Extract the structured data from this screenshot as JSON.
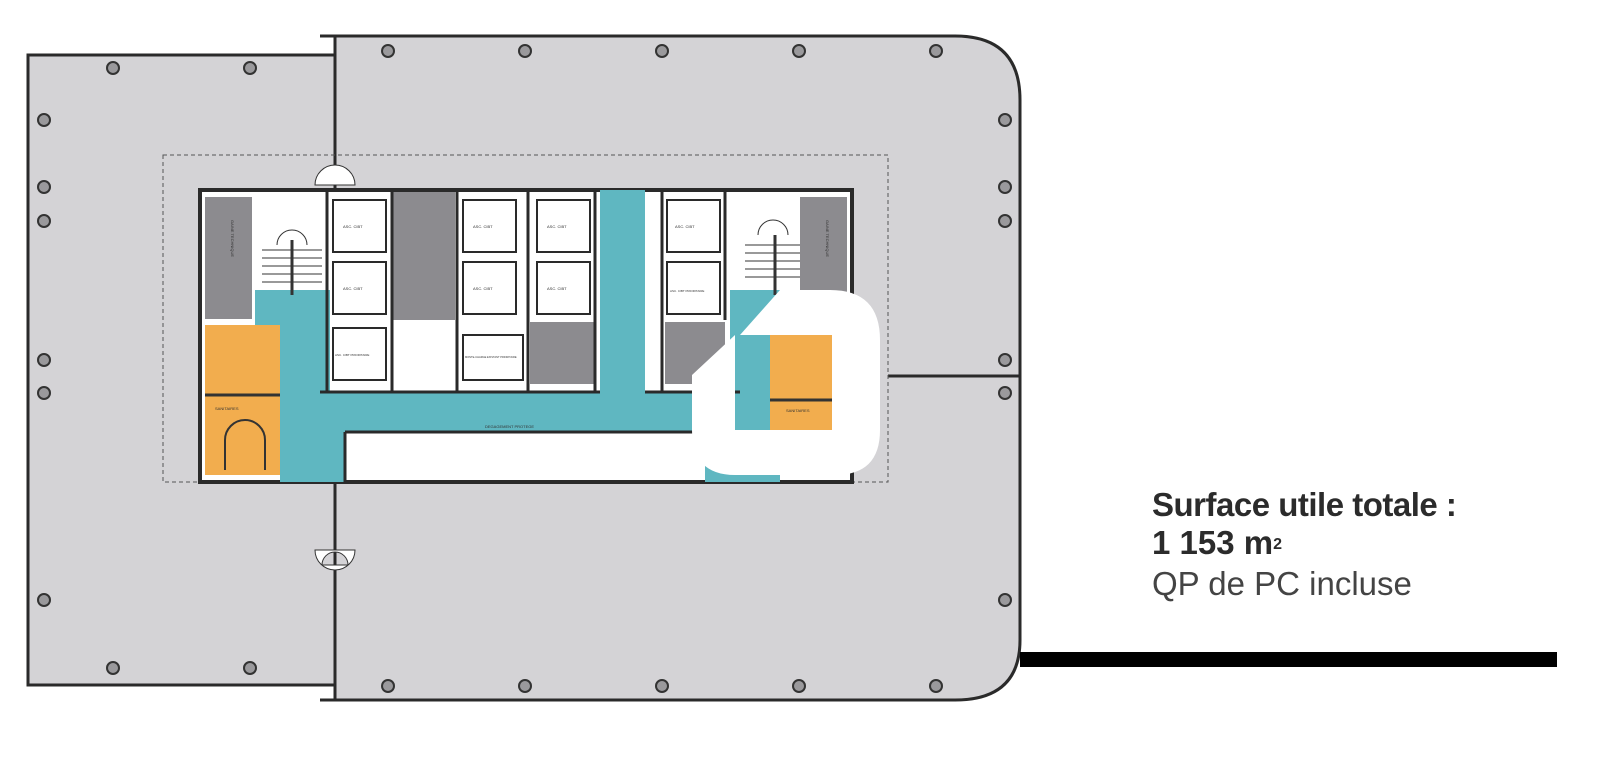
{
  "floor_plan": {
    "room_labels": {
      "elevator": "ASC. CIBT",
      "elevator_priority": "ASC. CIBT PRIORITAIRE",
      "freight_elevator": "MONTE-CHARGE EXISTANT PRIORITAIRE",
      "protected_corridor": "DEGAGEMENT PROTEGE",
      "sanitary": "SANITAIRES",
      "technical_shaft": "GAINE TECHNIQUE"
    },
    "colors": {
      "floor": "#d4d3d6",
      "circulation": "#5fb7c1",
      "sanitary": "#f2ad4e",
      "core": "#8c8b8f",
      "walls": "#2a2a2a"
    }
  },
  "summary": {
    "title": "Surface utile totale :",
    "area": "1 153 m",
    "area_unit_sup": "2",
    "note": "QP de PC incluse"
  }
}
